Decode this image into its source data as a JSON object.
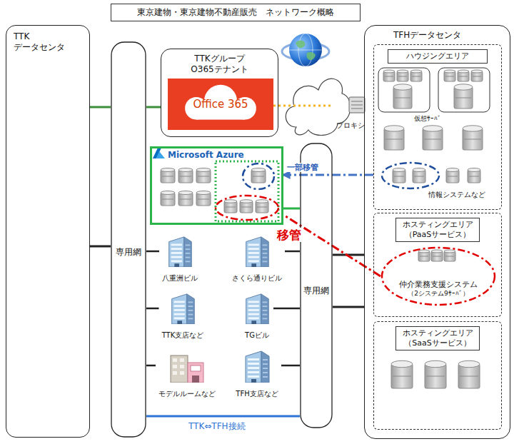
{
  "diagram": {
    "title": "東京建物・東京建物不動産販売　ネットワーク概略",
    "nodes": [
      {
        "text": [
          "TTK データセンタ"
        ]
      },
      {
        "text": [
          "TTKグループ O365テナント"
        ]
      },
      {
        "text": [
          "Office 365"
        ],
        "in": 1
      },
      {
        "text": [
          "プロキシ"
        ]
      },
      {
        "text": [
          "TFHデータセンタ"
        ]
      },
      {
        "text": [
          "ハウジングエリア"
        ],
        "in": 4
      },
      {
        "text": [
          "Microsoft Azure"
        ]
      },
      {
        "text": [
          "専用網"
        ]
      },
      {
        "text": [
          "専用網"
        ]
      },
      {
        "text": [
          "ホスティングエリア （PaaSサービス）"
        ],
        "in": 4
      },
      {
        "text": [
          "仲介業務支援システム",
          "（2システム9ｻｰﾊﾞ）"
        ],
        "in": 9
      },
      {
        "text": [
          "八重洲ビル"
        ]
      },
      {
        "text": [
          "さくら通りビル"
        ]
      },
      {
        "text": [
          "ホスティングエリア （SaaSサービス）"
        ],
        "in": 4
      },
      {
        "text": [
          "TTK支店など"
        ]
      },
      {
        "text": [
          "TGビル"
        ]
      },
      {
        "text": [
          "モデルルームなど"
        ]
      },
      {
        "text": [
          "TFH支店など"
        ]
      }
    ],
    "edges": [
      {
        "from": 0,
        "to": 7,
        "arrow": "none"
      },
      {
        "from": 7,
        "to": 1,
        "arrow": "none"
      },
      {
        "from": 2,
        "to": 3,
        "arrow": "none"
      },
      {
        "from": 0,
        "to": 7,
        "arrow": "none"
      },
      {
        "from": 7,
        "to": 11,
        "arrow": "none"
      },
      {
        "from": 7,
        "to": 14,
        "arrow": "none"
      },
      {
        "from": 7,
        "to": 16,
        "arrow": "none"
      },
      {
        "from": 8,
        "to": 12,
        "arrow": "none"
      },
      {
        "from": 8,
        "to": 15,
        "arrow": "none"
      },
      {
        "from": 8,
        "to": 17,
        "arrow": "none"
      },
      {
        "from": 6,
        "to": 8,
        "arrow": "none"
      },
      {
        "from": 8,
        "to": 4,
        "arrow": "none"
      },
      {
        "from": 8,
        "to": 4,
        "arrow": "none"
      },
      {
        "from": 7,
        "to": 8,
        "label": "TTK⇔TFH接続",
        "arrow": "none"
      },
      {
        "from": 5,
        "to": 6,
        "label": "一部移管",
        "arrow": "to"
      },
      {
        "from": 10,
        "to": 6,
        "arrow": "none"
      }
    ],
    "labels": [
      "仮想ｻｰﾊﾞ",
      "情報システムなど",
      "移管"
    ]
  }
}
